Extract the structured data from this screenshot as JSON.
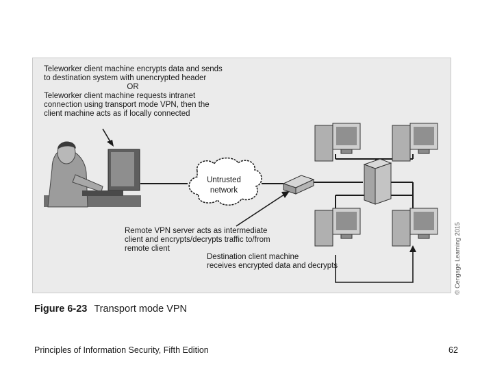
{
  "figure": {
    "number": "Figure 6-23",
    "title": "Transport mode VPN",
    "copyright": "© Cengage Learning 2015"
  },
  "callouts": {
    "top": [
      "Teleworker client machine encrypts data and sends",
      "to destination system with unencrypted header",
      "OR",
      "Teleworker client machine requests intranet",
      "connection using transport mode VPN, then the",
      "client machine acts as if locally connected"
    ],
    "vpn_server": [
      "Remote VPN server acts as intermediate",
      "client and encrypts/decrypts traffic to/from",
      "remote client"
    ],
    "destination": [
      "Destination client machine",
      "receives encrypted data and decrypts"
    ]
  },
  "network": {
    "cloud_label_1": "Untrusted",
    "cloud_label_2": "network"
  },
  "footer": {
    "title": "Principles of Information Security, Fifth Edition",
    "page_number": "62"
  }
}
